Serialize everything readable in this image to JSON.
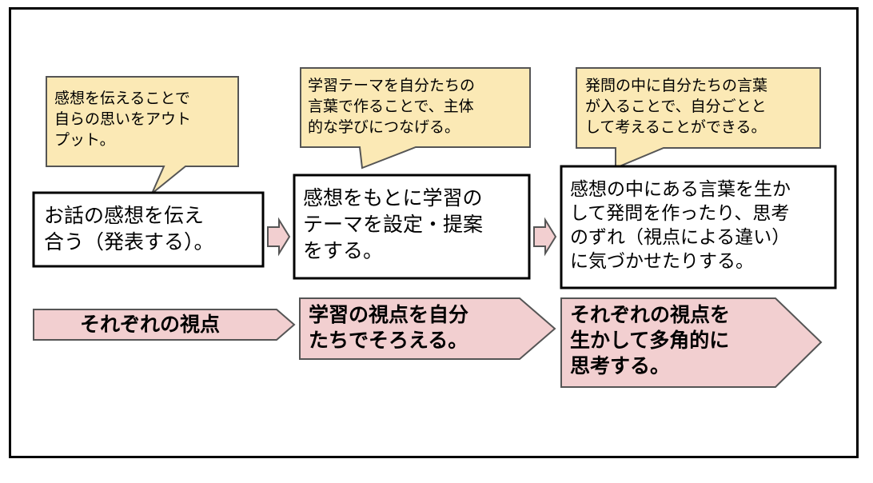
{
  "colors": {
    "callout_fill": "#fbe9b5",
    "callout_stroke": "#555555",
    "box_stroke": "#000000",
    "arrow_fill": "#f2cfd0",
    "chevron_fill": "#f2cfd0",
    "chevron_stroke": "#555555"
  },
  "callouts": [
    {
      "lines": [
        "感想を伝えることで",
        "自らの思いをアウト",
        "プット。"
      ]
    },
    {
      "lines": [
        "学習テーマを自分たちの",
        "言葉で作ることで、主体",
        "的な学びにつなげる。"
      ]
    },
    {
      "lines": [
        "発問の中に自分たちの言葉",
        "が入ることで、自分ごとと",
        "して考えることができる。"
      ]
    }
  ],
  "steps": [
    {
      "lines": [
        "お話の感想を伝え",
        "合う（発表する）。"
      ]
    },
    {
      "lines": [
        "感想をもとに学習の",
        "テーマを設定・提案",
        "をする。"
      ]
    },
    {
      "lines": [
        "感想の中にある言葉を生か",
        "して発問を作ったり、思考",
        "のずれ（視点による違い）",
        "に気づかせたりする。"
      ]
    }
  ],
  "flow_arrows": [
    {
      "icon": "right-arrow-icon"
    },
    {
      "icon": "right-arrow-icon"
    }
  ],
  "viewpoints": [
    {
      "lines": [
        "それぞれの視点"
      ]
    },
    {
      "lines": [
        "学習の視点を自分",
        "たちでそろえる。"
      ]
    },
    {
      "lines": [
        "それぞれの視点を",
        "生かして多角的に",
        "思考する。"
      ]
    }
  ]
}
